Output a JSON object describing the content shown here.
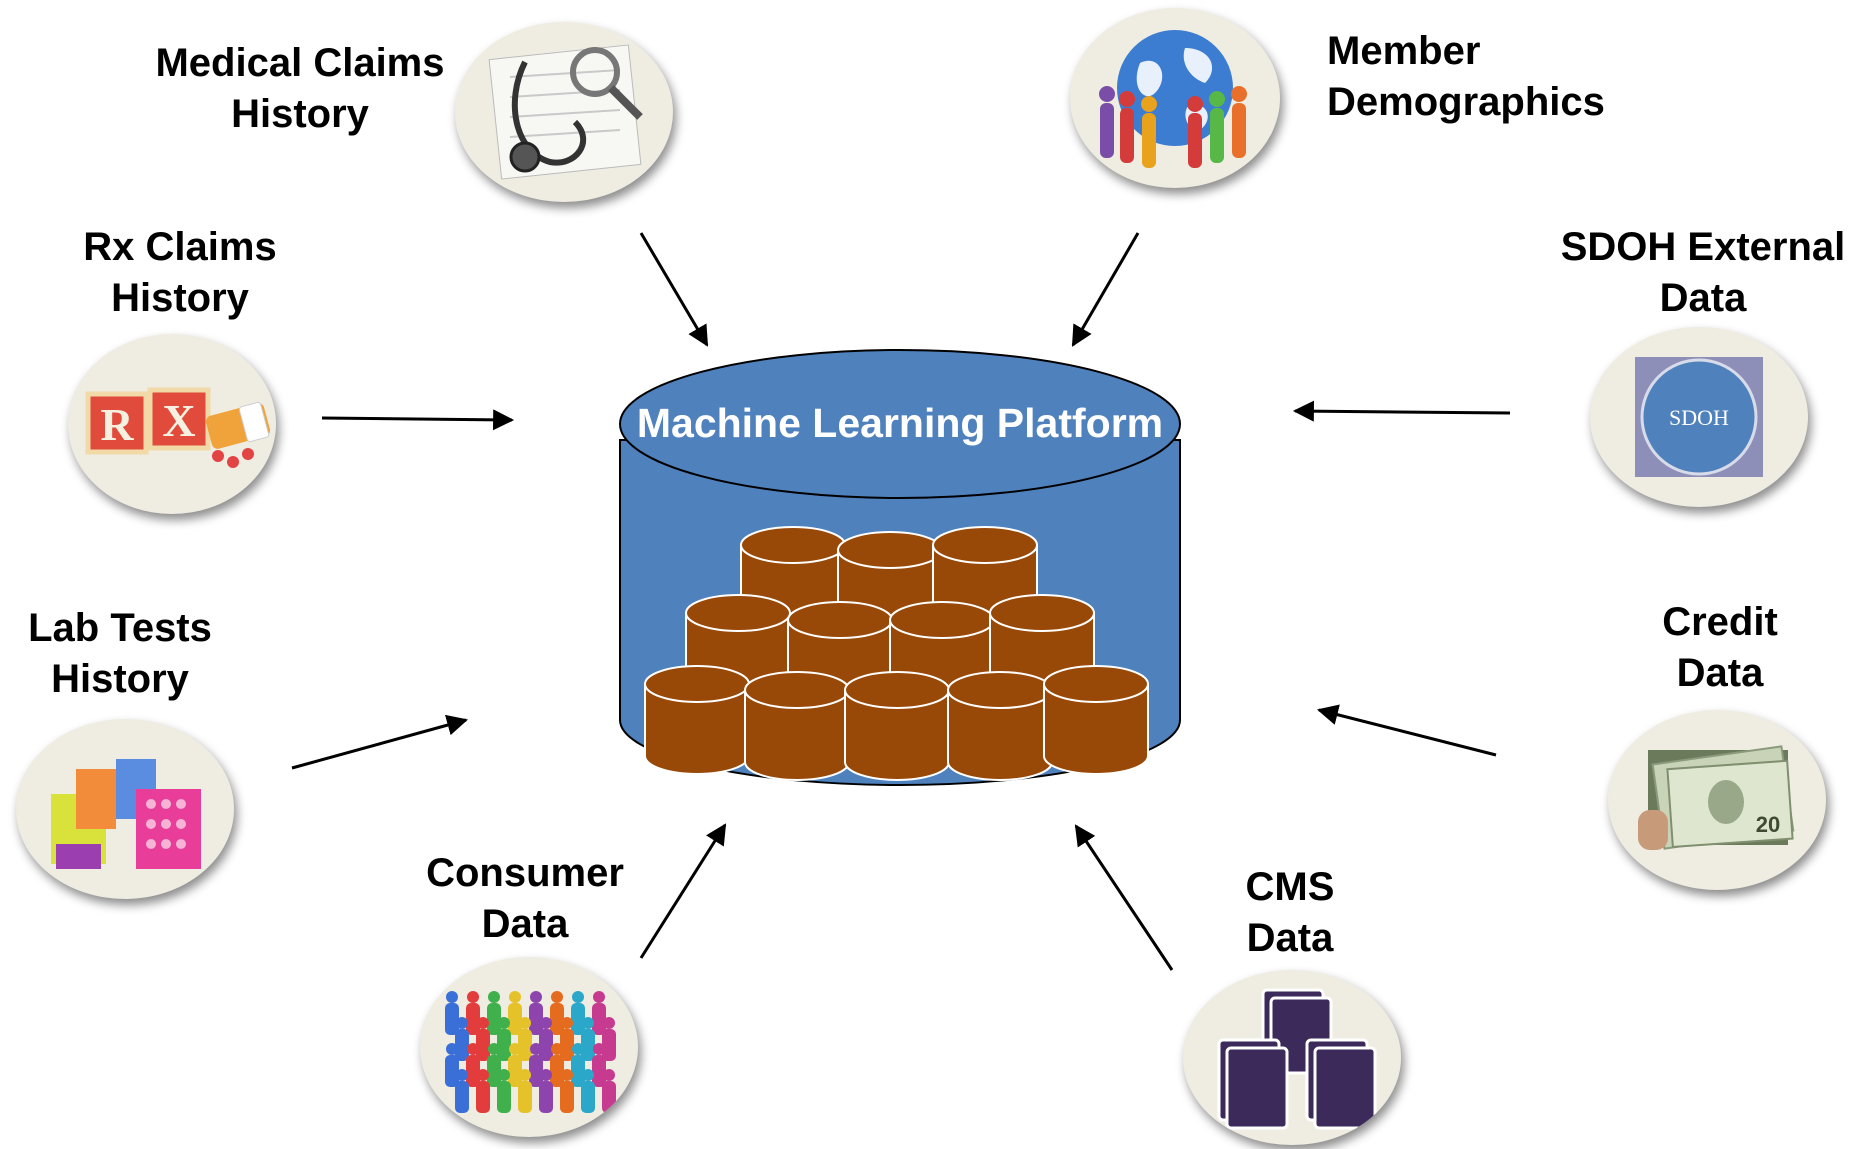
{
  "platform": {
    "title": "Machine Learning Platform"
  },
  "sources": {
    "medical_claims": {
      "line1": "Medical Claims",
      "line2": "History",
      "icon": "stethoscope-icon"
    },
    "member_demographics": {
      "line1": "Member",
      "line2": "Demographics",
      "icon": "globe-people-icon"
    },
    "rx_claims": {
      "line1": "Rx Claims",
      "line2": "History",
      "icon": "rx-pills-icon",
      "icon_text": "RX"
    },
    "sdoh": {
      "line1": "SDOH External",
      "line2": "Data",
      "icon": "sdoh-badge-icon",
      "icon_text": "SDOH"
    },
    "lab_tests": {
      "line1": "Lab Tests",
      "line2": "History",
      "icon": "test-tubes-icon"
    },
    "credit": {
      "line1": "Credit",
      "line2": "Data",
      "icon": "dollar-bills-icon",
      "icon_text": "20"
    },
    "consumer": {
      "line1": "Consumer",
      "line2": "Data",
      "icon": "crowd-icon"
    },
    "cms": {
      "line1": "CMS",
      "line2": "Data",
      "icon": "binders-icon"
    }
  },
  "colors": {
    "cylinder_fill": "#4f81bd",
    "cylinder_stroke": "#000000",
    "db_fill": "#984807",
    "db_stroke": "#ffffff",
    "disc_fill": "#efece2",
    "sdoh_badge": "#4f81bd",
    "binder_fill": "#3b2a5a"
  }
}
